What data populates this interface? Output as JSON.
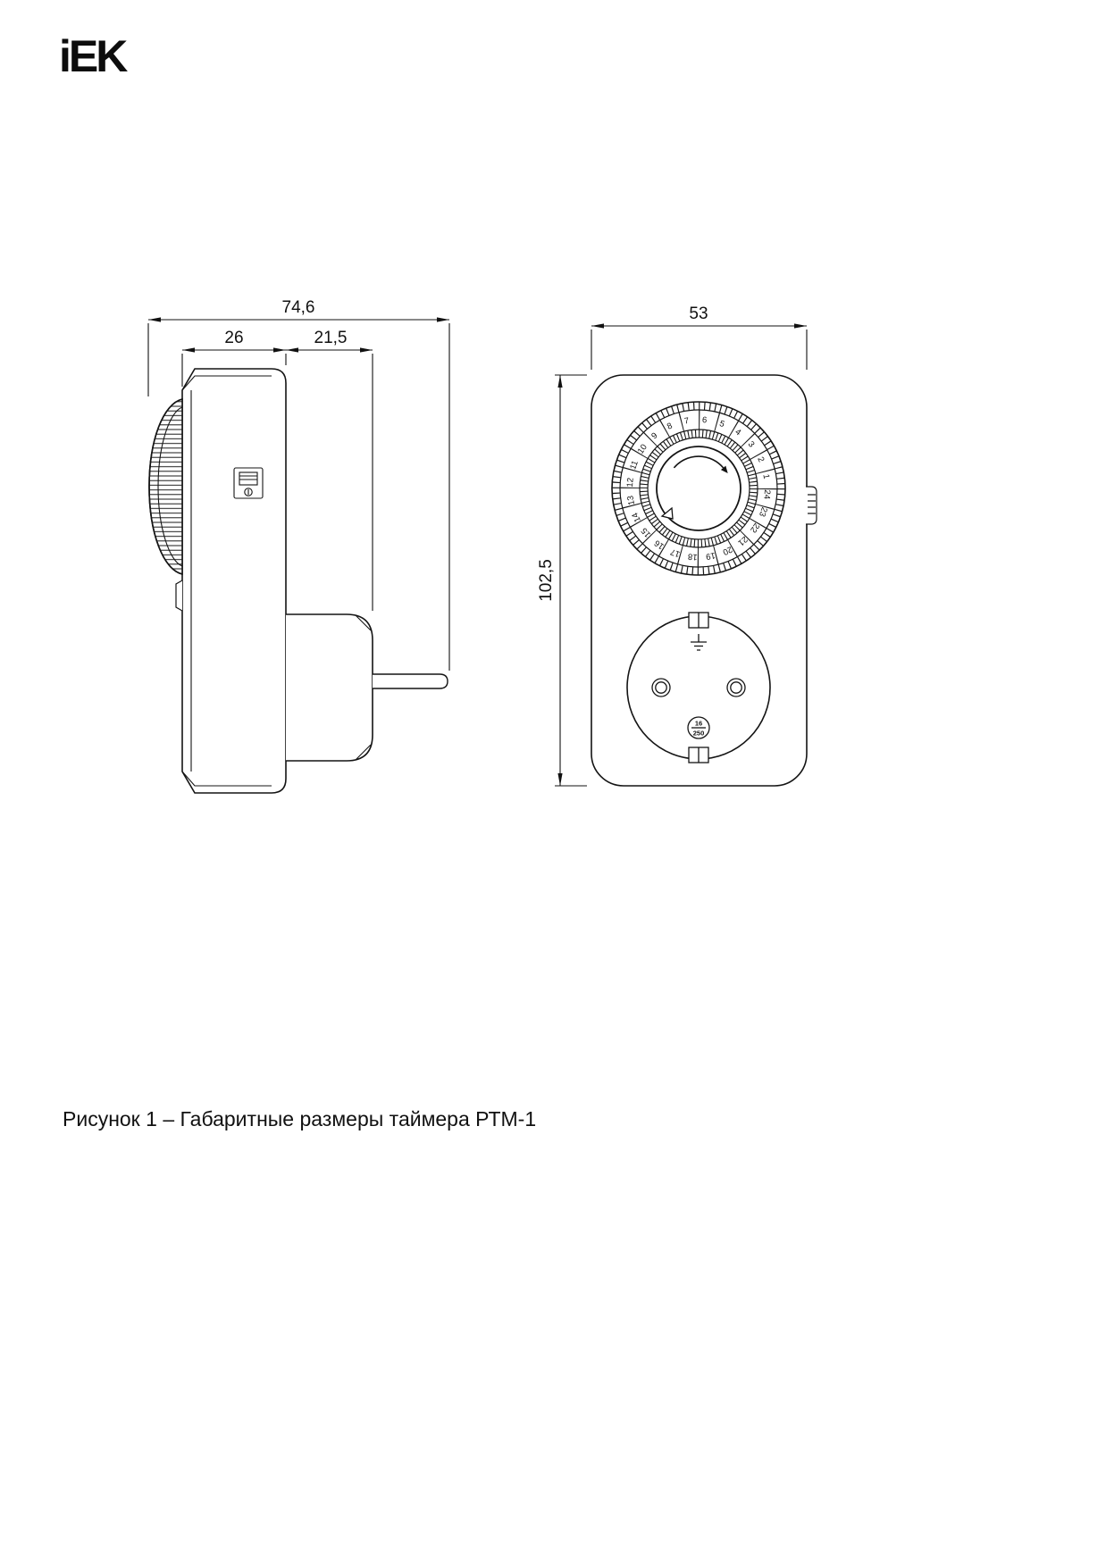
{
  "page": {
    "logo_text": "iEK",
    "caption": "Рисунок 1 – Габаритные размеры таймера РТМ-1"
  },
  "side_view": {
    "dim_total_depth": "74,6",
    "dim_body_depth": "26",
    "dim_plug_depth": "21,5"
  },
  "front_view": {
    "dim_width": "53",
    "dim_height": "102,5",
    "dial_numbers": [
      "1",
      "2",
      "3",
      "4",
      "5",
      "6",
      "7",
      "8",
      "9",
      "10",
      "11",
      "12",
      "13",
      "14",
      "15",
      "16",
      "17",
      "18",
      "19",
      "20",
      "21",
      "22",
      "23",
      "24"
    ],
    "socket_rating_current": "16",
    "socket_rating_voltage": "250"
  }
}
